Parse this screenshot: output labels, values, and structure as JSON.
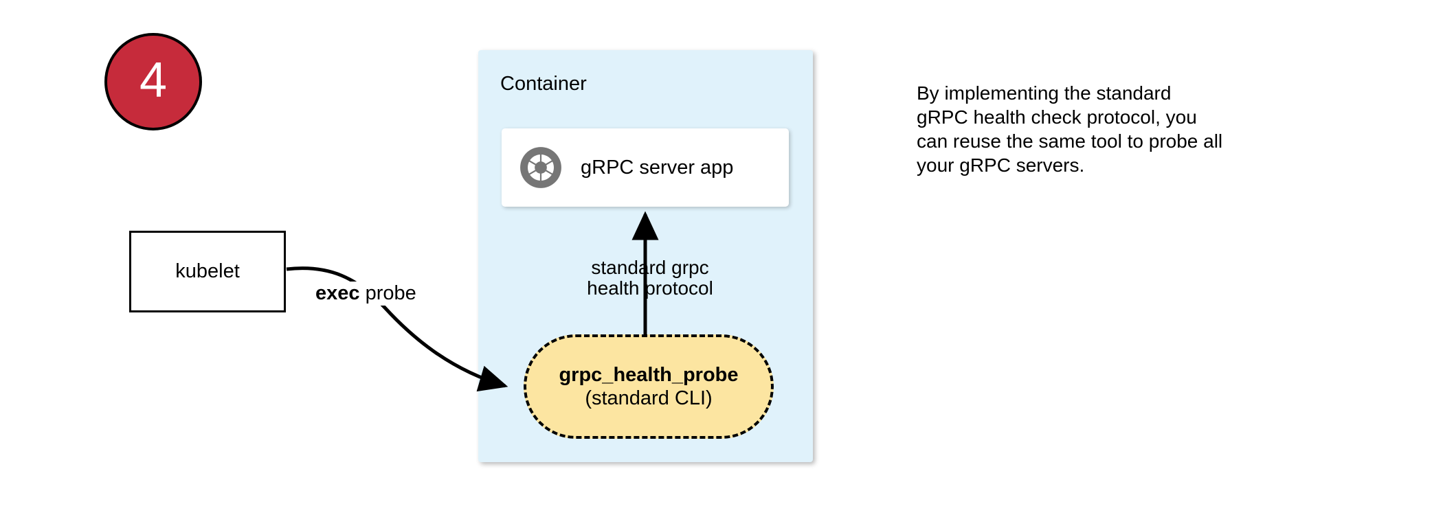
{
  "step": {
    "number": "4"
  },
  "container": {
    "label": "Container",
    "bg_color": "#E0F2FB"
  },
  "server_card": {
    "icon": "aperture-icon",
    "label": "gRPC server app"
  },
  "kubelet": {
    "label": "kubelet"
  },
  "probe": {
    "title": "grpc_health_probe",
    "subtitle": "(standard CLI)",
    "fill_color": "#FCE5A1"
  },
  "connectors": {
    "exec_probe_bold": "exec",
    "exec_probe_rest": " probe",
    "protocol_line1": "standard grpc",
    "protocol_line2": "health protocol"
  },
  "note": {
    "line1": "By implementing the standard",
    "line2": "gRPC health check protocol, you",
    "line3": "can reuse the same tool to probe all",
    "line4": "your gRPC servers."
  },
  "colors": {
    "badge_red": "#C62B3B",
    "container_blue": "#E0F2FB",
    "probe_yellow": "#FCE5A1",
    "icon_gray": "#767676"
  }
}
